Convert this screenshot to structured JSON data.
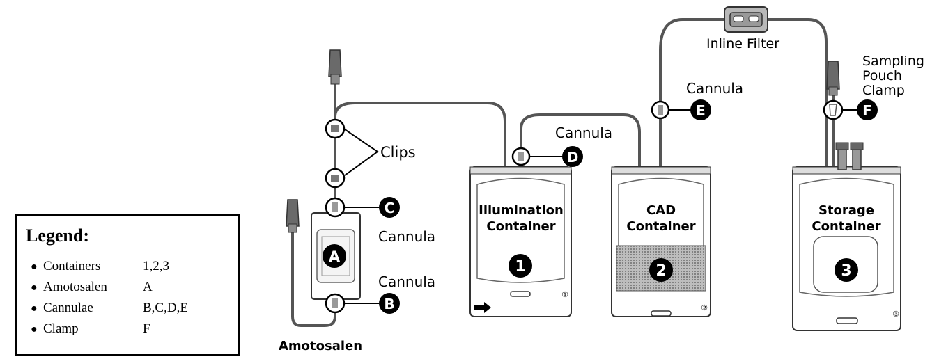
{
  "legend": {
    "title": "Legend:",
    "items": [
      {
        "name": "Containers",
        "value": "1,2,3"
      },
      {
        "name": "Amotosalen",
        "value": "A"
      },
      {
        "name": "Cannulae",
        "value": "B,C,D,E"
      },
      {
        "name": "Clamp",
        "value": "F"
      }
    ]
  },
  "labels": {
    "clips": "Clips",
    "cannula": "Cannula",
    "amotosalen": "Amotosalen",
    "inline_filter": "Inline Filter",
    "sampling_line1": "Sampling",
    "sampling_line2": "Pouch",
    "sampling_line3": "Clamp"
  },
  "containers": [
    {
      "line1": "Illumination",
      "line2": "Container",
      "number": "1",
      "small_number": "①"
    },
    {
      "line1": "CAD",
      "line2": "Container",
      "number": "2",
      "small_number": "②"
    },
    {
      "line1": "Storage",
      "line2": "Container",
      "number": "3",
      "small_number": "③"
    }
  ],
  "markers": {
    "a": "A",
    "b": "B",
    "c": "C",
    "d": "D",
    "e": "E",
    "f": "F"
  }
}
